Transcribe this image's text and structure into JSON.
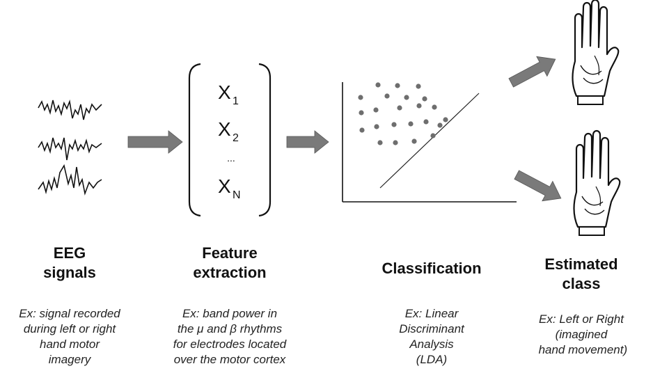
{
  "steps": [
    {
      "title": [
        "EEG",
        "signals"
      ],
      "description": [
        "Ex: signal recorded",
        "during left or right",
        "hand motor",
        "imagery"
      ]
    },
    {
      "title": [
        "Feature",
        "extraction"
      ],
      "description": [
        "Ex: band power in",
        "the μ and β rhythms",
        "for electrodes located",
        "over the motor cortex"
      ]
    },
    {
      "title": [
        "Classification"
      ],
      "description": [
        "Ex: Linear",
        "Discriminant",
        "Analysis",
        "(LDA)"
      ]
    },
    {
      "title": [
        "Estimated",
        "class"
      ],
      "description": [
        "Ex: Left or Right",
        "(imagined",
        " hand movement)"
      ]
    }
  ],
  "features": {
    "items": [
      {
        "symbol": "X",
        "subscript": "1"
      },
      {
        "symbol": "X",
        "subscript": "2"
      },
      {
        "symbol": "X",
        "subscript": "N"
      }
    ],
    "ellipsis": "..."
  },
  "colors": {
    "arrow": "#7a7a7a",
    "dots": "#6e6e6e",
    "ink": "#111111"
  },
  "icons": [
    "eeg-waveform-icon",
    "right-arrow-icon",
    "scatter-plot-icon",
    "raised-hand-icon"
  ]
}
